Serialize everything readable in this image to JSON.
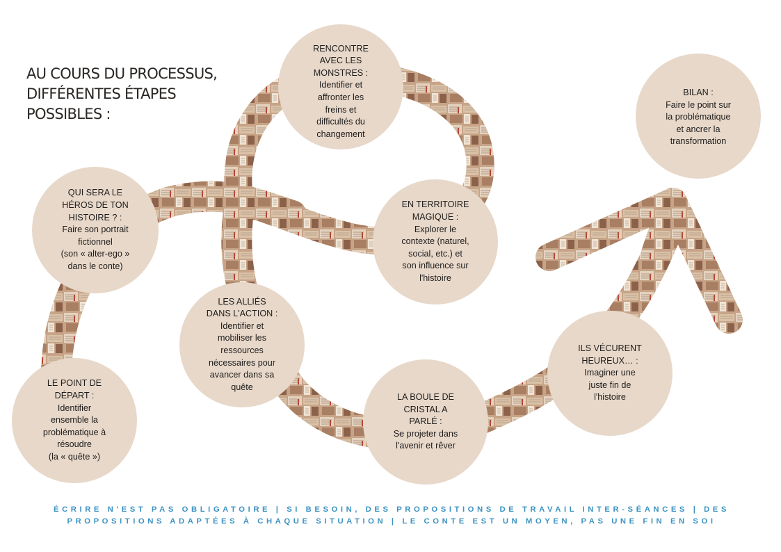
{
  "title": {
    "line1": "AU COURS DU PROCESSUS,",
    "line2": "DIFFÉRENTES  ÉTAPES",
    "line3": "POSSIBLES :"
  },
  "steps": [
    {
      "id": "point-de-depart",
      "head": "LE POINT DE\nDÉPART :",
      "body": "Identifier\nensemble la\nproblématique à\nrésoudre\n(la « quête »)"
    },
    {
      "id": "heros",
      "head": "QUI SERA LE\nHÉROS DE TON\nHISTOIRE ? :",
      "body": "Faire son portrait\nfictionnel\n(son « alter-ego »\ndans le conte)"
    },
    {
      "id": "monstres",
      "head": "RENCONTRE\nAVEC LES\nMONSTRES :",
      "body": "Identifier et\naffronter les\nfreins et\ndifficultés du\nchangement"
    },
    {
      "id": "territoire-magique",
      "head": "EN TERRITOIRE\nMAGIQUE :",
      "body": "Explorer le\ncontexte (naturel,\nsocial, etc.) et\nson influence sur\nl'histoire"
    },
    {
      "id": "allies",
      "head": "LES ALLIÉS\nDANS L'ACTION :",
      "body": "Identifier et\nmobiliser les\nressources\nnécessaires pour\navancer dans sa\nquête"
    },
    {
      "id": "boule-de-cristal",
      "head": "LA BOULE DE\nCRISTAL A\nPARLÉ :",
      "body": "Se projeter dans\nl'avenir et rêver"
    },
    {
      "id": "heureux",
      "head": "ILS VÉCURENT\nHEUREUX… :",
      "body": "Imaginer une\njuste fin de\nl'histoire"
    },
    {
      "id": "bilan",
      "head": "BILAN :",
      "body": "Faire le point sur\nla problématique\net ancrer la\ntransformation"
    }
  ],
  "footer": {
    "line1": "ÉCRIRE N'EST PAS OBLIGATOIRE | SI BESOIN, DES PROPOSITIONS DE TRAVAIL INTER-SÉANCES | DES",
    "line2": "PROPOSITIONS ADAPTÉES À CHAQUE SITUATION | LE CONTE EST UN MOYEN, PAS UNE FIN EN SOI"
  },
  "colors": {
    "circle_fill": "#e7d8ca",
    "path_base": "#c7a488",
    "path_dark": "#7e5a45",
    "accent_red": "#b8432f",
    "footer_text": "#3d93c2",
    "title_text": "#2a2623"
  }
}
